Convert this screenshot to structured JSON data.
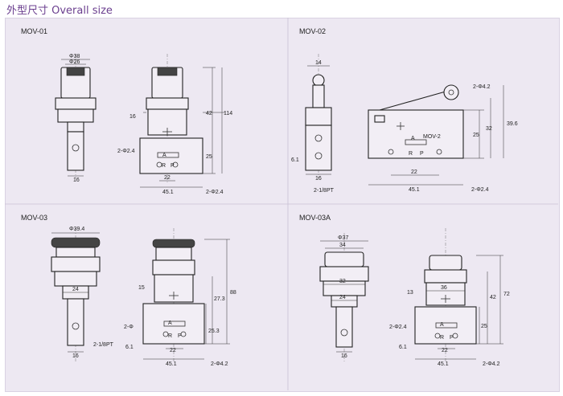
{
  "heading": "外型尺寸 Overall size",
  "sections": {
    "mov01": {
      "title": "MOV-01",
      "dims": [
        "Φ38",
        "Φ26",
        "16",
        "42",
        "114",
        "25",
        "16",
        "2-Φ2.4",
        "22",
        "45.1",
        "2-Φ2.4"
      ],
      "ports": {
        "a": "A",
        "r": "R",
        "p": "P"
      }
    },
    "mov02": {
      "title": "MOV-02",
      "model_label": "MOV-2",
      "dims": [
        "14",
        "2-Φ4.2",
        "6.1",
        "16",
        "2-1/8PT",
        "22",
        "45.1",
        "25",
        "32",
        "39.6",
        "2-Φ2.4"
      ],
      "ports": {
        "a": "A",
        "r": "R",
        "p": "P"
      }
    },
    "mov03": {
      "title": "MOV-03",
      "dims": [
        "Φ39.4",
        "24",
        "16",
        "2-1/8PT",
        "15",
        "27.3",
        "88",
        "2-Φ",
        "25.3",
        "6.1",
        "22",
        "45.1",
        "2-Φ4.2"
      ],
      "ports": {
        "a": "A",
        "r": "R",
        "p": "P"
      }
    },
    "mov03a": {
      "title": "MOV-03A",
      "dims": [
        "Φ37",
        "34",
        "32",
        "24",
        "16",
        "13",
        "36",
        "42",
        "72",
        "2-Φ2.4",
        "25",
        "6.1",
        "22",
        "45.1",
        "2-Φ4.2"
      ],
      "ports": {
        "a": "A",
        "r": "R",
        "p": "P"
      }
    }
  }
}
